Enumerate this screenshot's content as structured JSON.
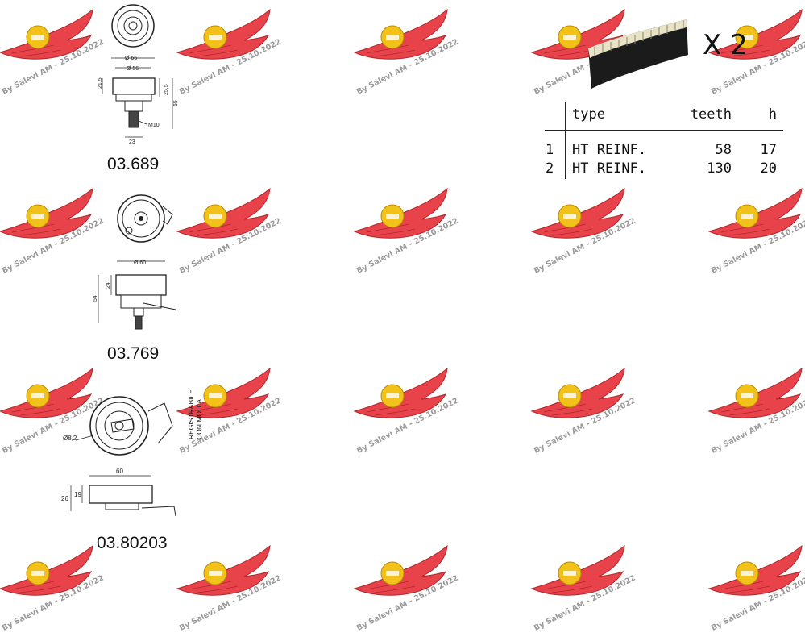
{
  "watermark": {
    "text": "By Salevi AM - 25.10.2022",
    "colors": {
      "wing": "#e8434a",
      "wing_outline": "#b0262c",
      "badge": "#f2c21b"
    }
  },
  "parts": [
    {
      "code": "03.689",
      "dims": {
        "d_outer": "Ø 66",
        "d_inner": "Ø 56",
        "h_left": "21,5",
        "h_right": "25,5",
        "h_total": "55",
        "thread": "M10",
        "stem": "23"
      }
    },
    {
      "code": "03.769",
      "dims": {
        "d_outer": "Ø 60",
        "h_top": "24",
        "h_total": "54"
      }
    },
    {
      "code": "03.80203",
      "dims": {
        "d_hole": "Ø8,2",
        "width": "60",
        "h_total": "26",
        "h_top": "19"
      },
      "note": [
        "REGISTRABILE",
        "CON MOLLA"
      ]
    }
  ],
  "belt": {
    "quantity": "X 2",
    "table": {
      "headers": [
        "type",
        "teeth",
        "h"
      ],
      "rows": [
        {
          "n": "1",
          "type": "HT REINF.",
          "teeth": "58",
          "h": "17"
        },
        {
          "n": "2",
          "type": "HT REINF.",
          "teeth": "130",
          "h": "20"
        }
      ]
    }
  }
}
